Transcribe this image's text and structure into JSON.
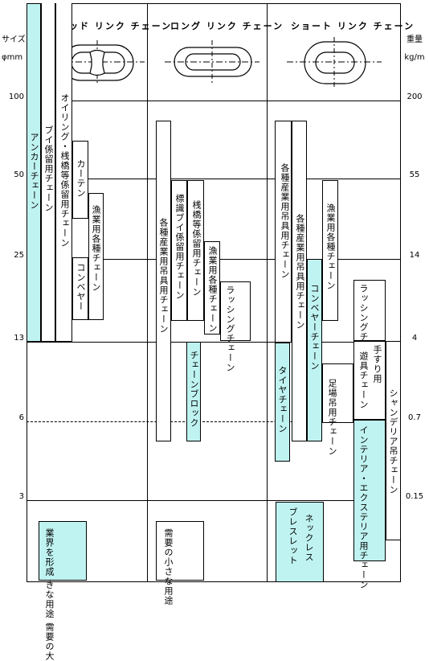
{
  "headers": {
    "stud": "スタッド リンク チェーン",
    "long": "ロング リンク チェーン",
    "short": "ショート リンク チェーン"
  },
  "left_axis": {
    "label_size": "サイズ",
    "label_unit": "φmm",
    "ticks": [
      "100",
      "50",
      "25",
      "13",
      "6",
      "3"
    ]
  },
  "right_axis": {
    "label_weight": "重量",
    "label_unit": "kg/m",
    "ticks": [
      "200",
      "55",
      "14",
      "4",
      "0.7",
      "0.15"
    ]
  },
  "stud": {
    "anchor": "アンカーチェーン",
    "buoy": "ブイ係留用チェーン",
    "oiling": "オイリング・桟橋等係留用チェーン",
    "curtain": "カーテン",
    "conveyor": "コンベヤー",
    "fishery": "漁業用各種チェーン",
    "note": "業界を形成 きな用途 需要の大"
  },
  "long": {
    "industrial": "各種産業用吊具用チェーン",
    "buoy_small": "標識ブイ係留用チェーン",
    "pier": "桟橋等係留用チェーン",
    "fishery": "漁業用各種チェーン",
    "lashing": "ラッシングチェーン",
    "block": "チェーンブロック",
    "note": "需要の小さな用途"
  },
  "short": {
    "industrial1": "各種産業用吊具用チェーン",
    "industrial2": "各種産業用吊具用チェーン",
    "fishery": "漁業用各種チェーン",
    "conveyor": "コンベヤーチェーン",
    "tire": "タイヤチェーン",
    "lashing": "ラッシングチェーン",
    "handrail": "手すり用",
    "playground": "遊具チェーン",
    "scaffold": "足場吊用チェーン",
    "chandelier": "シャンデリア吊チェーン",
    "interior": "インテリア・エクステリア用チェーン",
    "necklace": "ネックレス",
    "bracelet": "ブレスレット"
  }
}
